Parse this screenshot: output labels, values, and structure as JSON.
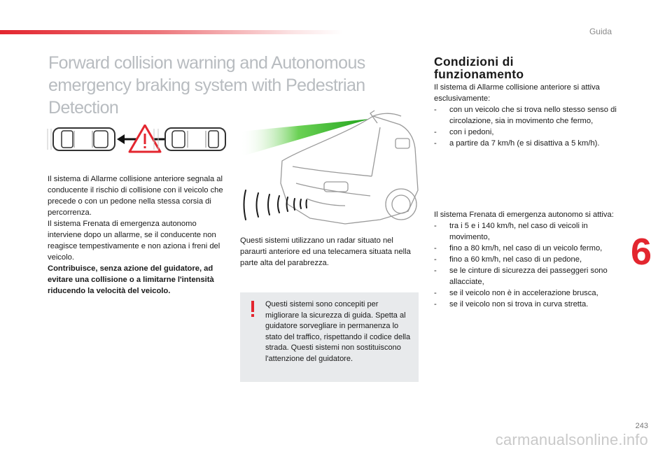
{
  "header": {
    "section_label": "Guida"
  },
  "title": "Forward collision warning and Autonomous emergency braking system with Pedestrian Detection",
  "intro": {
    "para1": "Il sistema di Allarme collisione anteriore segnala al conducente il rischio di collisione con il veicolo che precede o con un pedone nella stessa corsia di percorrenza.",
    "para2": "Il sistema Frenata di emergenza autonomo interviene dopo un allarme, se il conducente non reagisce tempestivamente e non aziona i freni del veicolo.",
    "para3_bold": "Contribuisce, senza azione del guidatore, ad evitare una collisione o a limitarne l'intensità riducendo la velocità del veicolo."
  },
  "radar_text": "Questi sistemi utilizzano un radar situato nel paraurti anteriore ed una telecamera situata nella parte alta del parabrezza.",
  "note": {
    "mark": "!",
    "text": "Questi sistemi sono concepiti per migliorare la sicurezza di guida. Spetta al guidatore sorvegliare in permanenza lo stato del traffico, rispettando il codice della strada. Questi sistemi non sostituiscono l'attenzione del guidatore."
  },
  "conditions": {
    "title": "Condizioni di funzionamento",
    "intro": "Il sistema di Allarme collisione anteriore si attiva esclusivamente:",
    "items": [
      "con un veicolo che si trova nello stesso senso di circolazione, sia in movimento che fermo,",
      "con i pedoni,",
      "a partire da 7 km/h (e si disattiva a 5 km/h)."
    ]
  },
  "aeb": {
    "intro": "Il sistema Frenata di emergenza autonomo si attiva:",
    "items": [
      "tra i 5 e i 140 km/h, nel caso di veicoli in movimento,",
      "fino a 80 km/h, nel caso di un veicolo fermo,",
      "fino a 60 km/h, nel caso di un pedone,",
      "se le cinture di sicurezza dei passeggeri sono allacciate,",
      "se il veicolo non è in accelerazione brusca,",
      "se il veicolo non si trova in curva stretta."
    ]
  },
  "chapter_number": "6",
  "page_number": "243",
  "watermark": "carmanualsonline.info",
  "colors": {
    "accent": "#e3262f",
    "title_gray": "#b8bcc0",
    "note_bg": "#e8eaec",
    "radar_green": "#2fb31f"
  }
}
